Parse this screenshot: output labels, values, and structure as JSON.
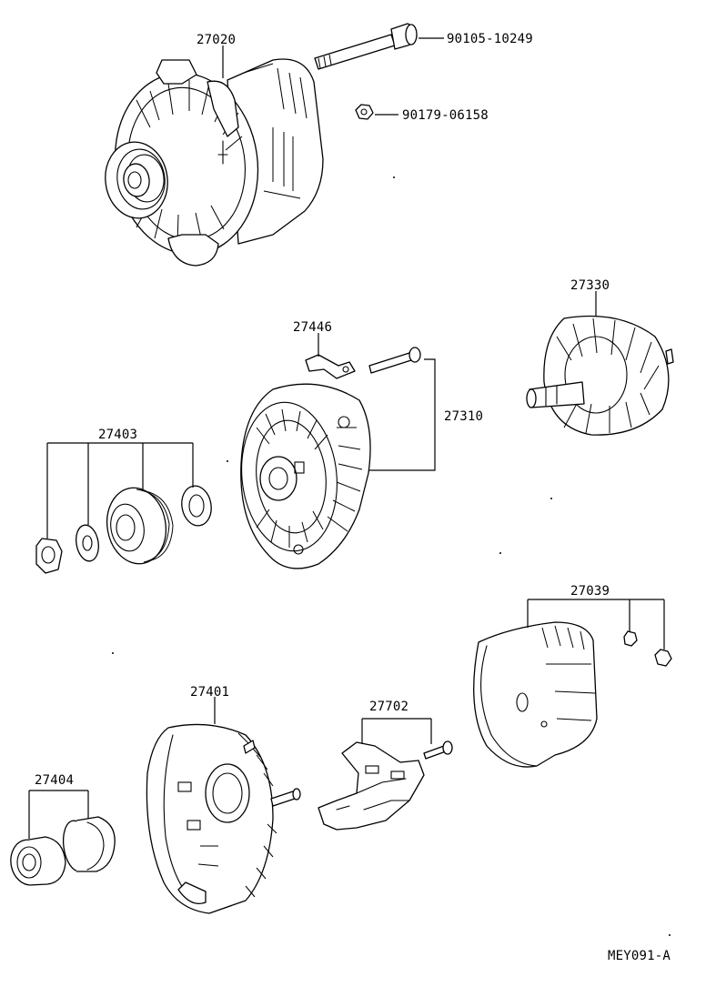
{
  "diagram": {
    "code": "MEY091-A",
    "labels": {
      "alternator_assy": "27020",
      "bolt": "90105-10249",
      "nut": "90179-06158",
      "stay": "27446",
      "drive_end_frame": "27310",
      "rotor": "27330",
      "pulley_set": "27403",
      "rectifier_end_frame": "27401",
      "regulator": "27702",
      "end_cover": "27039",
      "bearing_set": "27404"
    },
    "parts": [
      {
        "id": "27020",
        "name": "alternator-assembly"
      },
      {
        "id": "90105-10249",
        "name": "bolt"
      },
      {
        "id": "90179-06158",
        "name": "nut"
      },
      {
        "id": "27446",
        "name": "stay-bracket"
      },
      {
        "id": "27310",
        "name": "drive-end-frame"
      },
      {
        "id": "27330",
        "name": "rotor-assembly"
      },
      {
        "id": "27403",
        "name": "pulley-set"
      },
      {
        "id": "27401",
        "name": "rectifier-end-frame"
      },
      {
        "id": "27702",
        "name": "voltage-regulator"
      },
      {
        "id": "27039",
        "name": "end-cover"
      },
      {
        "id": "27404",
        "name": "bearing-set"
      }
    ]
  }
}
